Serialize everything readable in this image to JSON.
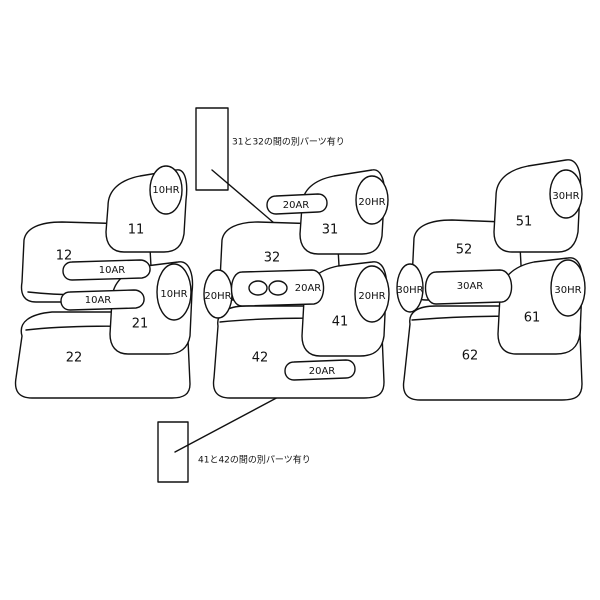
{
  "notes": {
    "part_31_32": "31と32の間の別パーツ有り",
    "part_41_42": "41と42の間の別パーツ有り"
  },
  "front": {
    "seat_11": "11",
    "seat_12": "12",
    "seat_21": "21",
    "seat_22": "22",
    "headrest_11": "10HR",
    "headrest_21": "10HR",
    "armrest_upper": "10AR",
    "armrest_lower": "10AR"
  },
  "middle": {
    "seat_31": "31",
    "seat_32": "32",
    "seat_41": "41",
    "seat_42": "42",
    "headrest_31": "20HR",
    "headrest_41": "20HR",
    "headrest_side": "20HR",
    "armrest_top": "20AR",
    "armrest_console": "20AR",
    "armrest_bottom": "20AR"
  },
  "rear": {
    "seat_51": "51",
    "seat_52": "52",
    "seat_61": "61",
    "seat_62": "62",
    "headrest_51": "30HR",
    "headrest_61": "30HR",
    "headrest_side": "30HR",
    "armrest_center": "30AR"
  }
}
